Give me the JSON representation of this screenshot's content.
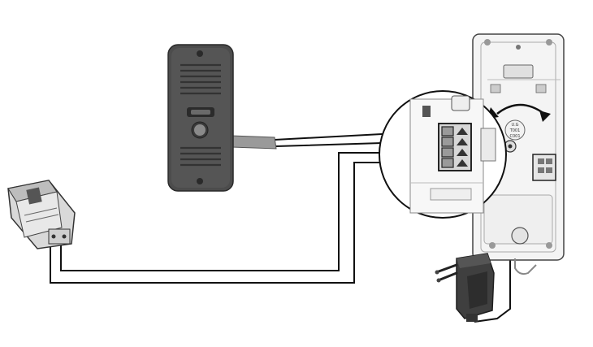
{
  "diagram": {
    "components": {
      "door_panel": {
        "icon": "outdoor-intercom-panel-icon"
      },
      "electric_strike": {
        "icon": "electric-strike-lock-icon"
      },
      "indoor_unit": {
        "icon": "indoor-monitor-back-icon"
      },
      "power_adapter": {
        "icon": "power-adapter-plug-icon"
      },
      "terminal_zoom": {
        "icon": "magnifier-circle-icon"
      }
    },
    "labels": {
      "chip_line1": "U.G",
      "chip_line2": "T001",
      "chip_line3": "C001"
    },
    "colors": {
      "wire": "#111111",
      "panel": "#4a4a4a",
      "panel_dark": "#2e2e2e",
      "unit_body": "#f3f3f3",
      "outline": "#222222"
    }
  }
}
